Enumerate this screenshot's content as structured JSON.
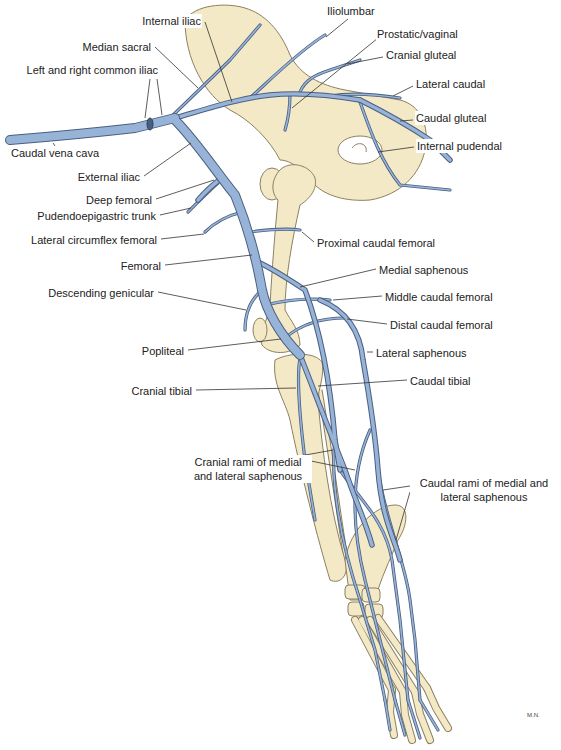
{
  "diagram": {
    "labels": [
      "Iliolumbar",
      "Internal iliac",
      "Prostatic/vaginal",
      "Median sacral",
      "Cranial gluteal",
      "Left and right common iliac",
      "Lateral caudal",
      "Caudal gluteal",
      "Internal pudendal",
      "Caudal vena cava",
      "External iliac",
      "Deep femoral",
      "Pudendoepigastric trunk",
      "Lateral circumflex femoral",
      "Proximal caudal femoral",
      "Femoral",
      "Medial saphenous",
      "Descending genicular",
      "Middle caudal femoral",
      "Distal caudal femoral",
      "Popliteal",
      "Lateral saphenous",
      "Caudal tibial",
      "Cranial tibial",
      "Cranial rami of medial and lateral saphenous",
      "Caudal rami of medial and lateral saphenous",
      "M.N."
    ]
  }
}
